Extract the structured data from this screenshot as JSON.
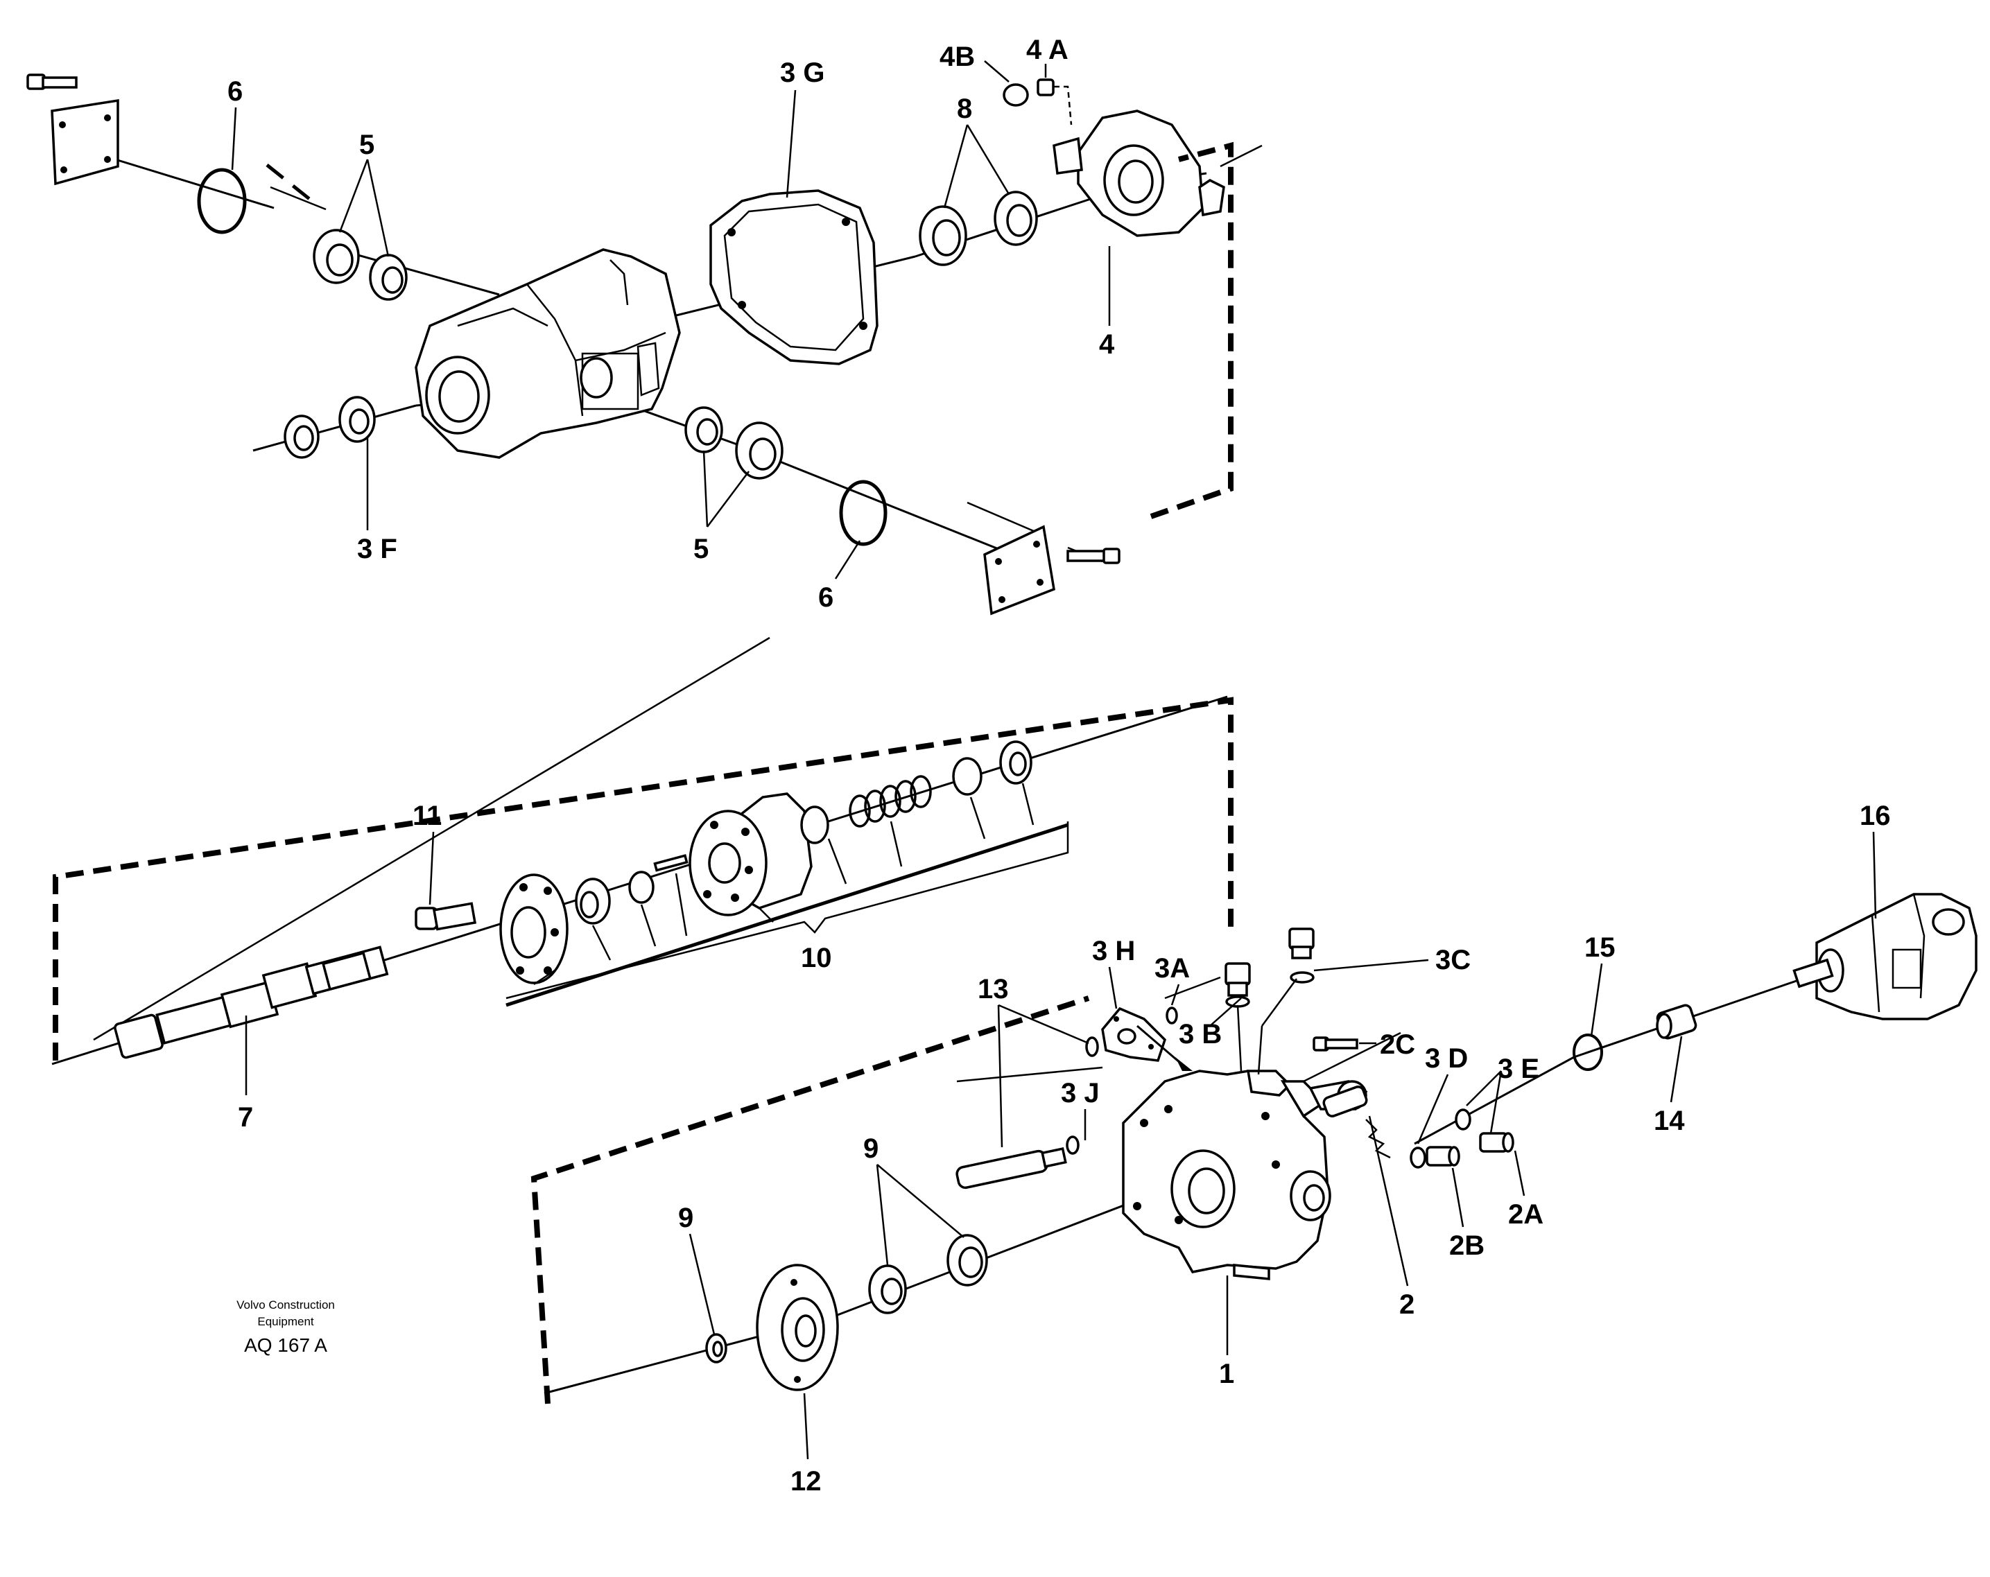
{
  "credit": {
    "line1": "Volvo Construction",
    "line2": "Equipment",
    "code": "AQ 167 A"
  },
  "labels": {
    "l6_top": "6",
    "l5_top": "5",
    "l3G": "3 G",
    "l4B": "4B",
    "l4A": "4 A",
    "l8": "8",
    "l4": "4",
    "l3F": "3 F",
    "l5_bot": "5",
    "l6_bot": "6",
    "l11": "11",
    "l10": "10",
    "l7": "7",
    "l3H": "3 H",
    "l3A": "3A",
    "l3C": "3C",
    "l3B": "3 B",
    "l13": "13",
    "l2C": "2C",
    "l3D": "3 D",
    "l3E": "3 E",
    "l15": "15",
    "l16": "16",
    "l14": "14",
    "l3J": "3 J",
    "l9_mid": "9",
    "l9_left": "9",
    "l2A": "2A",
    "l2B": "2B",
    "l2": "2",
    "l1": "1",
    "l12": "12"
  }
}
